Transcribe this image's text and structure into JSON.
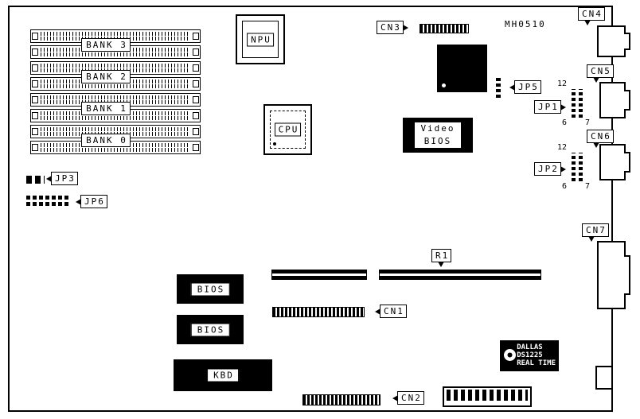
{
  "title": "MH0510",
  "memory": {
    "banks": [
      {
        "label": "BANK 3"
      },
      {
        "label": "BANK 2"
      },
      {
        "label": "BANK 1"
      },
      {
        "label": "BANK 0"
      }
    ]
  },
  "chips": {
    "npu": {
      "label": "NPU"
    },
    "cpu": {
      "label": "CPU"
    },
    "video_bios": {
      "line1": "Video",
      "line2": "BIOS"
    },
    "bios_top": {
      "label": "BIOS"
    },
    "bios_bottom": {
      "label": "BIOS"
    },
    "kbd": {
      "label": "KBD"
    },
    "rtc": {
      "line1": "DALLAS",
      "line2": "DS1225",
      "line3": "REAL TIME"
    }
  },
  "connectors": {
    "cn1": {
      "label": "CN1"
    },
    "cn2": {
      "label": "CN2"
    },
    "cn3": {
      "label": "CN3"
    },
    "cn4": {
      "label": "CN4"
    },
    "cn5": {
      "label": "CN5"
    },
    "cn6": {
      "label": "CN6"
    },
    "cn7": {
      "label": "CN7"
    }
  },
  "jumpers": {
    "jp1": {
      "label": "JP1",
      "pin_top": "12",
      "pin_bottom_left": "6",
      "pin_bottom_right": "7"
    },
    "jp2": {
      "label": "JP2",
      "pin_top": "12",
      "pin_bottom_left": "6",
      "pin_bottom_right": "7"
    },
    "jp3": {
      "label": "JP3"
    },
    "jp5": {
      "label": "JP5"
    },
    "jp6": {
      "label": "JP6"
    }
  },
  "resistors": {
    "r1": {
      "label": "R1"
    }
  }
}
